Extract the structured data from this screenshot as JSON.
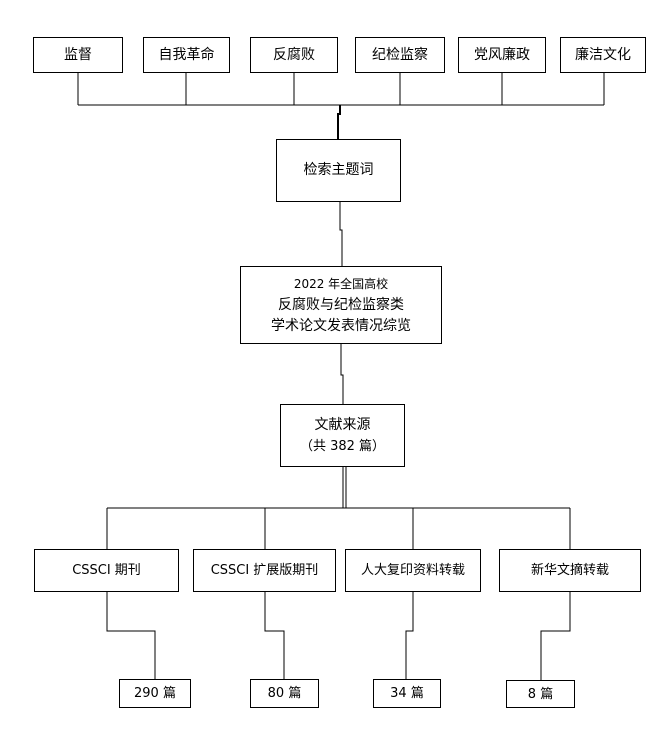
{
  "keywords": [
    "监督",
    "自我革命",
    "反腐败",
    "纪检监察",
    "党风廉政",
    "廉洁文化"
  ],
  "search_term": "检索主题词",
  "overview": [
    "2022 年全国高校",
    "反腐败与纪检监察类",
    "学术论文发表情况综览"
  ],
  "source": {
    "title": "文献来源",
    "total": "（共 382 篇）"
  },
  "categories": [
    "CSSCI 期刊",
    "CSSCI 扩展版期刊",
    "人大复印资料转载",
    "新华文摘转载"
  ],
  "counts": [
    "290 篇",
    "80 篇",
    "34 篇",
    "8 篇"
  ]
}
